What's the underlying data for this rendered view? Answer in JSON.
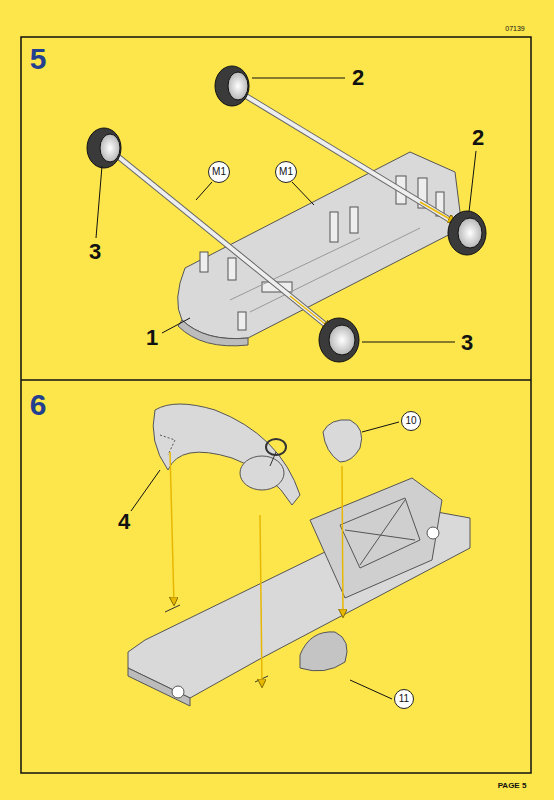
{
  "diagram": {
    "nodes": [
      {
        "text": [
          "M1"
        ]
      },
      {
        "text": [
          "M1"
        ]
      },
      {
        "text": [
          "10"
        ]
      },
      {
        "text": [
          "11"
        ]
      }
    ],
    "labels": [
      "07139",
      "5",
      "2",
      "2",
      "3",
      "1",
      "3",
      "6",
      "4",
      "PAGE 5"
    ]
  }
}
